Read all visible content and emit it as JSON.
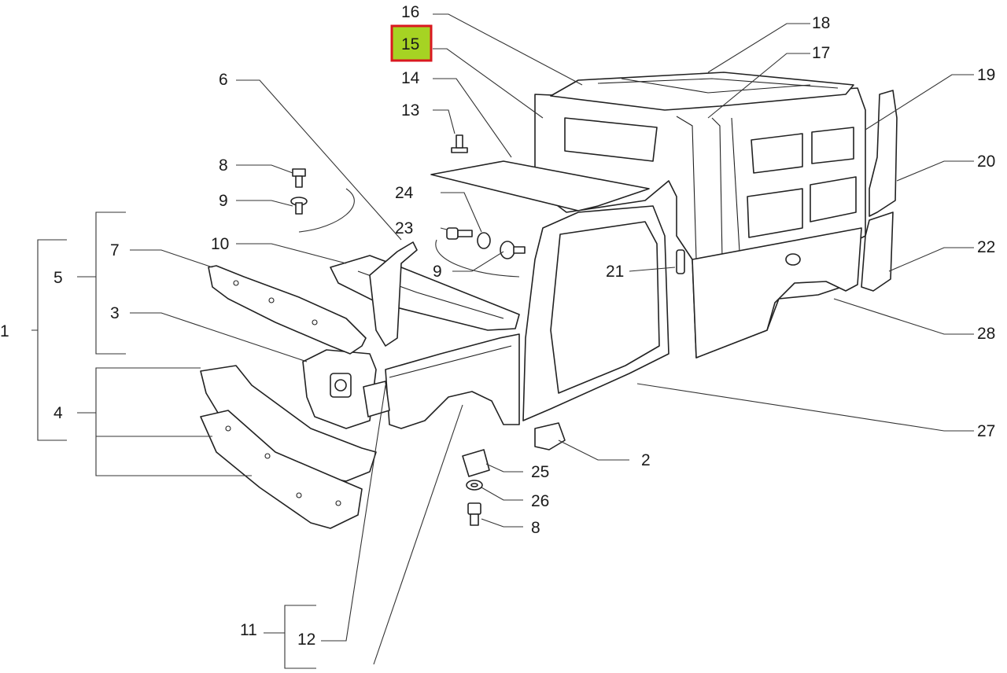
{
  "diagram": {
    "callouts": [
      {
        "id": "1",
        "text": "1"
      },
      {
        "id": "2",
        "text": "2"
      },
      {
        "id": "3",
        "text": "3"
      },
      {
        "id": "4",
        "text": "4"
      },
      {
        "id": "5",
        "text": "5"
      },
      {
        "id": "6",
        "text": "6"
      },
      {
        "id": "7",
        "text": "7"
      },
      {
        "id": "8a",
        "text": "8"
      },
      {
        "id": "8b",
        "text": "8"
      },
      {
        "id": "9a",
        "text": "9"
      },
      {
        "id": "9b",
        "text": "9"
      },
      {
        "id": "10",
        "text": "10"
      },
      {
        "id": "11",
        "text": "11"
      },
      {
        "id": "12",
        "text": "12"
      },
      {
        "id": "13",
        "text": "13"
      },
      {
        "id": "14",
        "text": "14"
      },
      {
        "id": "15",
        "text": "15"
      },
      {
        "id": "16",
        "text": "16"
      },
      {
        "id": "17",
        "text": "17"
      },
      {
        "id": "18",
        "text": "18"
      },
      {
        "id": "19",
        "text": "19"
      },
      {
        "id": "20",
        "text": "20"
      },
      {
        "id": "21",
        "text": "21"
      },
      {
        "id": "22",
        "text": "22"
      },
      {
        "id": "23",
        "text": "23"
      },
      {
        "id": "24",
        "text": "24"
      },
      {
        "id": "25",
        "text": "25"
      },
      {
        "id": "26",
        "text": "26"
      },
      {
        "id": "27",
        "text": "27"
      },
      {
        "id": "28",
        "text": "28"
      }
    ],
    "highlighted_callout": "15",
    "highlight_fill": "#a6d323",
    "highlight_border": "#d9181f"
  }
}
